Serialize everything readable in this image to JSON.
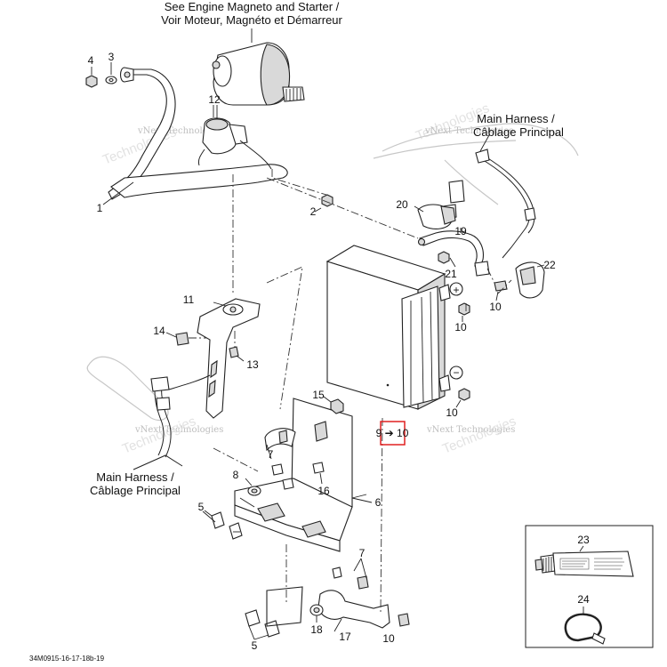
{
  "title_engine_en": "See Engine Magneto and Starter /",
  "title_engine_fr": "Voir Moteur, Magnéto et Démarreur",
  "harness_right_en": "Main Harness /",
  "harness_right_fr": "Câblage Principal",
  "harness_left_en": "Main Harness /",
  "harness_left_fr": "Câblage Principal",
  "watermark_line1": "vNext",
  "watermark_line2": "Technologies",
  "watermark_combined": "vNext Technologies",
  "polarity_plus": "+",
  "polarity_minus": "−",
  "highlight_label": "9 ➔ 10",
  "footer_code": "34M0915-16-17-18b-19",
  "callouts": {
    "c1": "1",
    "c2": "2",
    "c3": "3",
    "c4": "4",
    "c5a": "5",
    "c5b": "5",
    "c6": "6",
    "c7a": "7",
    "c7b": "7",
    "c8": "8",
    "c10a": "10",
    "c10b": "10",
    "c10c": "10",
    "c10d": "10",
    "c11": "11",
    "c12": "12",
    "c13": "13",
    "c14": "14",
    "c15": "15",
    "c16": "16",
    "c17": "17",
    "c18": "18",
    "c19": "19",
    "c20": "20",
    "c21": "21",
    "c22": "22",
    "c23": "23",
    "c24": "24"
  }
}
